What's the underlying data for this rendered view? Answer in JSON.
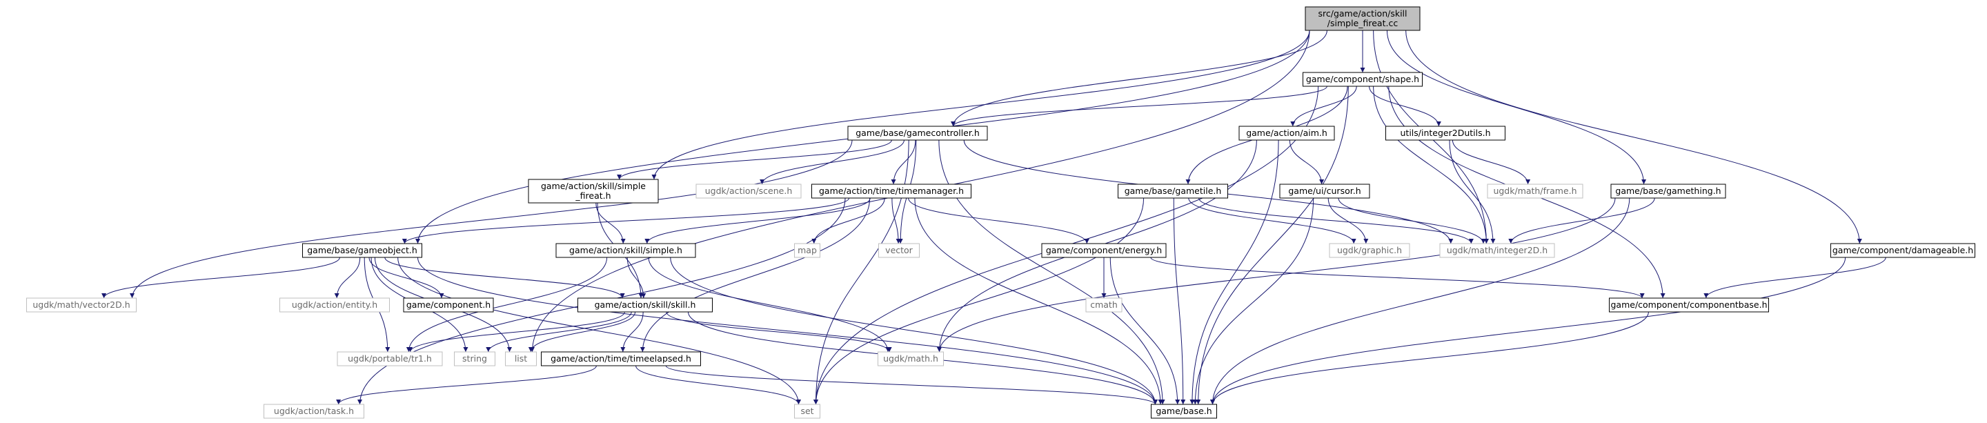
{
  "colors": {
    "edge": "#191970",
    "root_fill": "#bfbfbf",
    "ext_border": "#bfbfbf",
    "ext_text": "#6a6a6a"
  },
  "nodes": [
    {
      "id": "root",
      "lines": [
        "src/game/action/skill",
        "/simple_fireat.cc"
      ],
      "kind": "root"
    },
    {
      "id": "shape",
      "lines": [
        "game/component/shape.h"
      ],
      "kind": "normal"
    },
    {
      "id": "gamecontroller",
      "lines": [
        "game/base/gamecontroller.h"
      ],
      "kind": "normal"
    },
    {
      "id": "aim",
      "lines": [
        "game/action/aim.h"
      ],
      "kind": "normal"
    },
    {
      "id": "integer2dutils",
      "lines": [
        "utils/integer2Dutils.h"
      ],
      "kind": "normal"
    },
    {
      "id": "simplefireat",
      "lines": [
        "game/action/skill/simple",
        "_fireat.h"
      ],
      "kind": "normal"
    },
    {
      "id": "scene",
      "lines": [
        "ugdk/action/scene.h"
      ],
      "kind": "ext"
    },
    {
      "id": "timemanager",
      "lines": [
        "game/action/time/timemanager.h"
      ],
      "kind": "normal"
    },
    {
      "id": "gametile",
      "lines": [
        "game/base/gametile.h"
      ],
      "kind": "normal"
    },
    {
      "id": "cursor",
      "lines": [
        "game/ui/cursor.h"
      ],
      "kind": "normal"
    },
    {
      "id": "frame",
      "lines": [
        "ugdk/math/frame.h"
      ],
      "kind": "ext"
    },
    {
      "id": "gamething",
      "lines": [
        "game/base/gamething.h"
      ],
      "kind": "normal"
    },
    {
      "id": "damageable",
      "lines": [
        "game/component/damageable.h"
      ],
      "kind": "normal"
    },
    {
      "id": "gameobject",
      "lines": [
        "game/base/gameobject.h"
      ],
      "kind": "normal"
    },
    {
      "id": "simple",
      "lines": [
        "game/action/skill/simple.h"
      ],
      "kind": "normal"
    },
    {
      "id": "map",
      "lines": [
        "map"
      ],
      "kind": "ext"
    },
    {
      "id": "vector",
      "lines": [
        "vector"
      ],
      "kind": "ext"
    },
    {
      "id": "energy",
      "lines": [
        "game/component/energy.h"
      ],
      "kind": "normal"
    },
    {
      "id": "graphic",
      "lines": [
        "ugdk/graphic.h"
      ],
      "kind": "ext"
    },
    {
      "id": "integer2d",
      "lines": [
        "ugdk/math/integer2D.h"
      ],
      "kind": "ext"
    },
    {
      "id": "vector2d",
      "lines": [
        "ugdk/math/vector2D.h"
      ],
      "kind": "ext"
    },
    {
      "id": "entity",
      "lines": [
        "ugdk/action/entity.h"
      ],
      "kind": "ext"
    },
    {
      "id": "component",
      "lines": [
        "game/component.h"
      ],
      "kind": "normal"
    },
    {
      "id": "skill",
      "lines": [
        "game/action/skill/skill.h"
      ],
      "kind": "normal"
    },
    {
      "id": "cmath",
      "lines": [
        "cmath"
      ],
      "kind": "ext"
    },
    {
      "id": "componentbase",
      "lines": [
        "game/component/componentbase.h"
      ],
      "kind": "normal"
    },
    {
      "id": "tr1",
      "lines": [
        "ugdk/portable/tr1.h"
      ],
      "kind": "ext"
    },
    {
      "id": "string",
      "lines": [
        "string"
      ],
      "kind": "ext"
    },
    {
      "id": "list",
      "lines": [
        "list"
      ],
      "kind": "ext"
    },
    {
      "id": "timeelapsed",
      "lines": [
        "game/action/time/timeelapsed.h"
      ],
      "kind": "normal"
    },
    {
      "id": "ugdkmath",
      "lines": [
        "ugdk/math.h"
      ],
      "kind": "ext"
    },
    {
      "id": "task",
      "lines": [
        "ugdk/action/task.h"
      ],
      "kind": "ext"
    },
    {
      "id": "set",
      "lines": [
        "set"
      ],
      "kind": "ext"
    },
    {
      "id": "base",
      "lines": [
        "game/base.h"
      ],
      "kind": "normal"
    }
  ],
  "edges": [
    [
      "root",
      "shape"
    ],
    [
      "root",
      "gamecontroller"
    ],
    [
      "root",
      "simplefireat"
    ],
    [
      "root",
      "gameobject"
    ],
    [
      "root",
      "list"
    ],
    [
      "root",
      "integer2d"
    ],
    [
      "root",
      "gamething"
    ],
    [
      "root",
      "damageable"
    ],
    [
      "shape",
      "gamecontroller"
    ],
    [
      "shape",
      "aim"
    ],
    [
      "shape",
      "integer2dutils"
    ],
    [
      "shape",
      "gametile"
    ],
    [
      "shape",
      "set"
    ],
    [
      "shape",
      "integer2d"
    ],
    [
      "shape",
      "componentbase"
    ],
    [
      "shape",
      "base"
    ],
    [
      "gamecontroller",
      "simplefireat"
    ],
    [
      "gamecontroller",
      "scene"
    ],
    [
      "gamecontroller",
      "timemanager"
    ],
    [
      "gamecontroller",
      "vector"
    ],
    [
      "gamecontroller",
      "vector2d"
    ],
    [
      "gamecontroller",
      "integer2d"
    ],
    [
      "gamecontroller",
      "set"
    ],
    [
      "gamecontroller",
      "base"
    ],
    [
      "aim",
      "cursor"
    ],
    [
      "aim",
      "ugdkmath"
    ],
    [
      "aim",
      "base"
    ],
    [
      "integer2dutils",
      "frame"
    ],
    [
      "integer2dutils",
      "integer2d"
    ],
    [
      "simplefireat",
      "simple"
    ],
    [
      "simplefireat",
      "skill"
    ],
    [
      "timemanager",
      "gameobject"
    ],
    [
      "timemanager",
      "simple"
    ],
    [
      "timemanager",
      "map"
    ],
    [
      "timemanager",
      "vector"
    ],
    [
      "timemanager",
      "energy"
    ],
    [
      "timemanager",
      "task"
    ],
    [
      "timemanager",
      "timeelapsed"
    ],
    [
      "timemanager",
      "base"
    ],
    [
      "gametile",
      "integer2d"
    ],
    [
      "gametile",
      "graphic"
    ],
    [
      "gametile",
      "set"
    ],
    [
      "gametile",
      "base"
    ],
    [
      "cursor",
      "graphic"
    ],
    [
      "cursor",
      "integer2d"
    ],
    [
      "cursor",
      "base"
    ],
    [
      "gamething",
      "integer2d"
    ],
    [
      "gamething",
      "ugdkmath"
    ],
    [
      "gamething",
      "base"
    ],
    [
      "damageable",
      "componentbase"
    ],
    [
      "damageable",
      "base"
    ],
    [
      "gameobject",
      "vector2d"
    ],
    [
      "gameobject",
      "entity"
    ],
    [
      "gameobject",
      "component"
    ],
    [
      "gameobject",
      "skill"
    ],
    [
      "gameobject",
      "tr1"
    ],
    [
      "gameobject",
      "list"
    ],
    [
      "gameobject",
      "string"
    ],
    [
      "gameobject",
      "set"
    ],
    [
      "gameobject",
      "base"
    ],
    [
      "simple",
      "skill"
    ],
    [
      "simple",
      "tr1"
    ],
    [
      "simple",
      "ugdkmath"
    ],
    [
      "simple",
      "base"
    ],
    [
      "energy",
      "cmath"
    ],
    [
      "energy",
      "componentbase"
    ],
    [
      "energy",
      "base"
    ],
    [
      "skill",
      "tr1"
    ],
    [
      "skill",
      "string"
    ],
    [
      "skill",
      "list"
    ],
    [
      "skill",
      "ugdkmath"
    ],
    [
      "skill",
      "timeelapsed"
    ],
    [
      "skill",
      "base"
    ],
    [
      "componentbase",
      "base"
    ],
    [
      "timeelapsed",
      "task"
    ],
    [
      "timeelapsed",
      "set"
    ],
    [
      "timeelapsed",
      "base"
    ]
  ]
}
